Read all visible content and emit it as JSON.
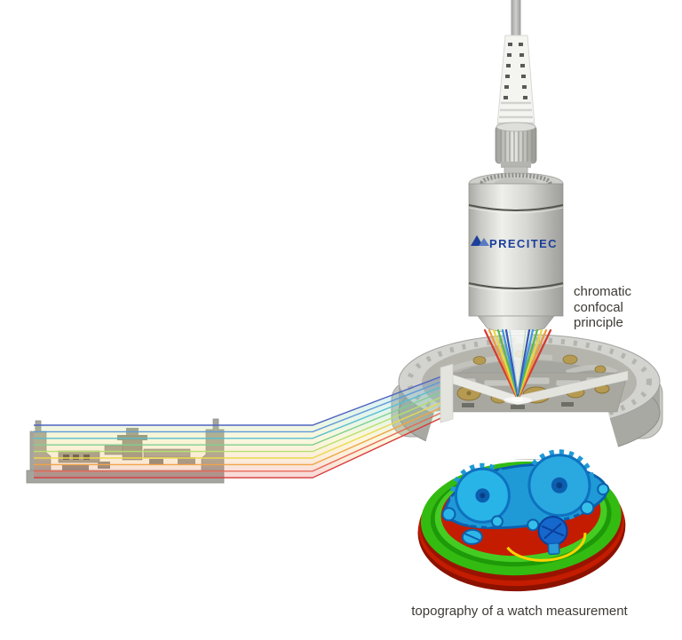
{
  "meta": {
    "background": "#ffffff"
  },
  "sensor": {
    "brand_text": "PRECITEC",
    "brand_color": "#1c3f9a"
  },
  "annotations": {
    "principle_line1": "chromatic",
    "principle_line2": "confocal",
    "principle_line3": "principle",
    "bottom_caption": "topography of a watch measurement",
    "text_color": "#3d3a35"
  },
  "colors": {
    "spectrum_band": [
      "#4f63c0",
      "#5f9ad8",
      "#55bfd0",
      "#7fcf8f",
      "#b8df6f",
      "#ecd84e",
      "#f0a44a",
      "#e86858",
      "#d83a3a"
    ],
    "cone_spectrum": [
      "#d43a2e",
      "#ee9a3a",
      "#e8da3e",
      "#5cb84c",
      "#3a9ad8",
      "#3c55b4"
    ],
    "metal_light": "#eeeeea",
    "metal_mid": "#c6c6c2",
    "metal_dark": "#9a9a96",
    "topo_outer_red": "#8c1200",
    "topo_red": "#c41c00",
    "topo_green": "#33bb11",
    "topo_green_bright": "#44cc22",
    "topo_blue_plate": "#1f9ad6",
    "topo_cyan": "#29b4e8",
    "topo_yellow": "#ffd400"
  }
}
